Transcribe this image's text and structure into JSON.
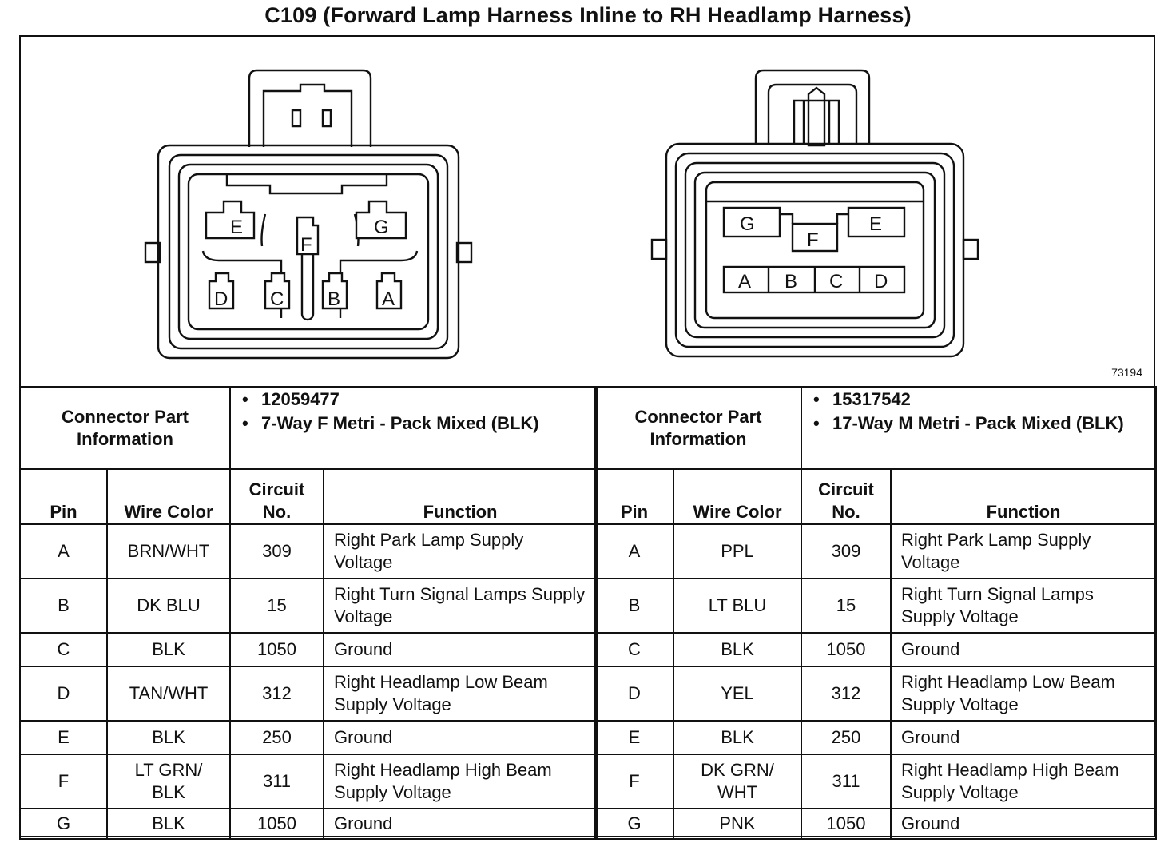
{
  "title": "C109 (Forward Lamp Harness Inline to RH Headlamp Harness)",
  "figure_number": "73194",
  "connectors": [
    {
      "pin_labels": [
        "E",
        "F",
        "G",
        "D",
        "C",
        "B",
        "A"
      ],
      "part_info_label": "Connector Part Information",
      "part_number": "12059477",
      "description": "7-Way F Metri - Pack Mixed (BLK)",
      "headers": [
        "Pin",
        "Wire Color",
        "Circuit No.",
        "Function"
      ],
      "rows": [
        {
          "pin": "A",
          "wire": "BRN/WHT",
          "circuit": "309",
          "function": "Right Park Lamp Supply Voltage"
        },
        {
          "pin": "B",
          "wire": "DK BLU",
          "circuit": "15",
          "function": "Right Turn Signal Lamps Supply Voltage"
        },
        {
          "pin": "C",
          "wire": "BLK",
          "circuit": "1050",
          "function": "Ground"
        },
        {
          "pin": "D",
          "wire": "TAN/WHT",
          "circuit": "312",
          "function": "Right Headlamp Low Beam Supply Voltage"
        },
        {
          "pin": "E",
          "wire": "BLK",
          "circuit": "250",
          "function": "Ground"
        },
        {
          "pin": "F",
          "wire": "LT GRN/ BLK",
          "circuit": "311",
          "function": "Right Headlamp High Beam Supply Voltage"
        },
        {
          "pin": "G",
          "wire": "BLK",
          "circuit": "1050",
          "function": "Ground"
        }
      ]
    },
    {
      "pin_labels": [
        "G",
        "F",
        "E",
        "A",
        "B",
        "C",
        "D"
      ],
      "part_info_label": "Connector Part Information",
      "part_number": "15317542",
      "description": "17-Way M Metri - Pack Mixed (BLK)",
      "headers": [
        "Pin",
        "Wire Color",
        "Circuit No.",
        "Function"
      ],
      "rows": [
        {
          "pin": "A",
          "wire": "PPL",
          "circuit": "309",
          "function": "Right Park Lamp Supply Voltage"
        },
        {
          "pin": "B",
          "wire": "LT BLU",
          "circuit": "15",
          "function": "Right Turn Signal Lamps Supply Voltage"
        },
        {
          "pin": "C",
          "wire": "BLK",
          "circuit": "1050",
          "function": "Ground"
        },
        {
          "pin": "D",
          "wire": "YEL",
          "circuit": "312",
          "function": "Right Headlamp Low Beam Supply Voltage"
        },
        {
          "pin": "E",
          "wire": "BLK",
          "circuit": "250",
          "function": "Ground"
        },
        {
          "pin": "F",
          "wire": "DK GRN/ WHT",
          "circuit": "311",
          "function": "Right Headlamp High Beam Supply Voltage"
        },
        {
          "pin": "G",
          "wire": "PNK",
          "circuit": "1050",
          "function": "Ground"
        }
      ]
    }
  ]
}
